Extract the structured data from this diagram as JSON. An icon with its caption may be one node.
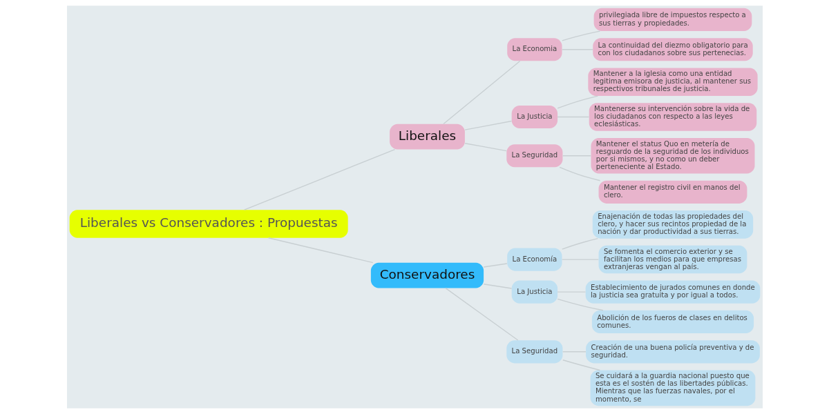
{
  "diagram": {
    "nodes": [
      {
        "text": [
          "Liberales vs Conservadores : Propuestas"
        ]
      },
      {
        "text": [
          "Liberales"
        ]
      },
      {
        "text": [
          "La Economia"
        ]
      },
      {
        "text": [
          "privilegiada libre de impuestos respecto a sus tierras y propiedades."
        ]
      },
      {
        "text": [
          "La continuidad del diezmo obligatorio para con los ciudadanos sobre sus pertenecias."
        ]
      },
      {
        "text": [
          "La Justicia"
        ]
      },
      {
        "text": [
          "Mantener a la iglesia como una entidad legitima emisora de justicia, al mantener sus respectivos tribunales de justicia."
        ]
      },
      {
        "text": [
          "Mantenerse su intervención sobre la vida de los ciudadanos con respecto a las leyes eclesiásticas."
        ]
      },
      {
        "text": [
          "La Seguridad"
        ]
      },
      {
        "text": [
          "Mantener el status Quo en metería de resguardo de la seguridad de los individuos por si mismos, y no como un deber perteneciente al Estado."
        ]
      },
      {
        "text": [
          "Mantener el registro civil en manos del clero."
        ]
      },
      {
        "text": [
          "Conservadores"
        ]
      },
      {
        "text": [
          "La Economía"
        ]
      },
      {
        "text": [
          "Enajenación de todas las propiedades del clero, y hacer sus recintos propiedad de la nación y dar productividad a sus tierras."
        ]
      },
      {
        "text": [
          "Se fomenta el comercio exterior y se facilitan los medios para que empresas extranjeras vengan al país."
        ]
      },
      {
        "text": [
          "La Justicia"
        ]
      },
      {
        "text": [
          "Establecimiento de jurados comunes en donde la justicia sea gratuita y por igual a todos."
        ]
      },
      {
        "text": [
          "Abolición de los fueros de clases en delitos comunes."
        ]
      },
      {
        "text": [
          "La Seguridad"
        ]
      },
      {
        "text": [
          "Creación de una buena policía preventiva y de seguridad."
        ]
      },
      {
        "text": [
          "Se cuidará a la guardia nacional puesto que esta es el sostén de las libertades públicas. Mientras que las fuerzas navales, por el momento, se"
        ]
      }
    ],
    "edges": [
      {
        "from": 0,
        "to": 1,
        "arrow": "none"
      },
      {
        "from": 1,
        "to": 2,
        "arrow": "none"
      },
      {
        "from": 2,
        "to": 3,
        "arrow": "none"
      },
      {
        "from": 2,
        "to": 4,
        "arrow": "none"
      },
      {
        "from": 1,
        "to": 5,
        "arrow": "none"
      },
      {
        "from": 5,
        "to": 6,
        "arrow": "none"
      },
      {
        "from": 5,
        "to": 7,
        "arrow": "none"
      },
      {
        "from": 1,
        "to": 8,
        "arrow": "none"
      },
      {
        "from": 8,
        "to": 9,
        "arrow": "none"
      },
      {
        "from": 8,
        "to": 10,
        "arrow": "none"
      },
      {
        "from": 0,
        "to": 11,
        "arrow": "none"
      },
      {
        "from": 11,
        "to": 12,
        "arrow": "none"
      },
      {
        "from": 12,
        "to": 13,
        "arrow": "none"
      },
      {
        "from": 12,
        "to": 14,
        "arrow": "none"
      },
      {
        "from": 11,
        "to": 15,
        "arrow": "none"
      },
      {
        "from": 15,
        "to": 16,
        "arrow": "none"
      },
      {
        "from": 15,
        "to": 17,
        "arrow": "none"
      },
      {
        "from": 11,
        "to": 18,
        "arrow": "none"
      },
      {
        "from": 18,
        "to": 19,
        "arrow": "none"
      },
      {
        "from": 18,
        "to": 20,
        "arrow": "none"
      }
    ]
  }
}
